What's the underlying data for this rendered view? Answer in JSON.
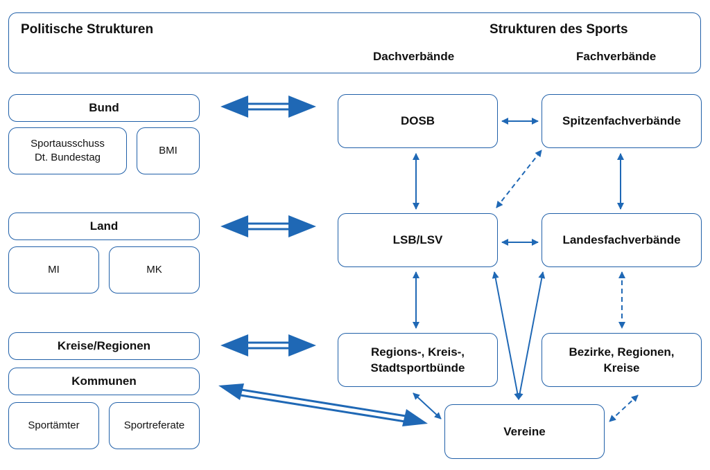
{
  "header": {
    "political": "Politische Strukturen",
    "sports": "Strukturen des Sports",
    "umbrella": "Dachverbände",
    "specialist": "Fachverbände"
  },
  "political": {
    "bund": "Bund",
    "sportausschuss": "Sportausschuss\nDt. Bundestag",
    "bmi": "BMI",
    "land": "Land",
    "mi": "MI",
    "mk": "MK",
    "kreise_regionen": "Kreise/Regionen",
    "kommunen": "Kommunen",
    "sportaemter": "Sportämter",
    "sportreferate": "Sportreferate"
  },
  "sports": {
    "dosb": "DOSB",
    "lsb": "LSB/LSV",
    "regions": "Regions-, Kreis-,\nStadtsportbünde",
    "spitzen": "Spitzenfachverbände",
    "landesfach": "Landesfachverbände",
    "bezirke": "Bezirke, Regionen,\nKreise",
    "vereine": "Vereine"
  },
  "colors": {
    "accent": "#1f5fa8",
    "arrow": "#1f68b5"
  }
}
